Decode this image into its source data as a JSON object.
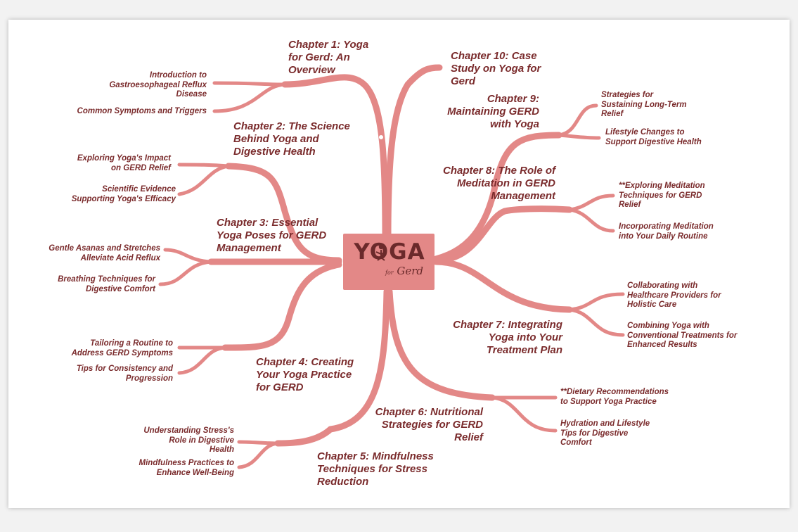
{
  "center": {
    "title": "YOGA",
    "subtitle": "Gerd",
    "subtitle_prefix": "for"
  },
  "colors": {
    "branch": "#e38887",
    "text": "#7a2b2c",
    "center_bg": "#e38887"
  },
  "chapters": {
    "c1": "Chapter 1: Yoga\nfor Gerd: An\nOverview",
    "c2": "Chapter 2: The Science\nBehind Yoga and\nDigestive Health",
    "c3": "Chapter 3: Essential\nYoga Poses for GERD\nManagement",
    "c4": "Chapter 4: Creating\nYour Yoga Practice\nfor GERD",
    "c5": "Chapter 5: Mindfulness\nTechniques for Stress\nReduction",
    "c6": "Chapter 6: Nutritional\nStrategies for GERD\nRelief",
    "c7": "Chapter 7: Integrating\nYoga into Your\nTreatment Plan",
    "c8": "Chapter 8: The Role of\nMeditation in GERD\nManagement",
    "c9": "Chapter 9:\nMaintaining GERD\nwith Yoga",
    "c10": "Chapter 10: Case\nStudy on Yoga for\nGerd"
  },
  "topics": {
    "c1a": "Introduction to\nGastroesophageal Reflux\nDisease",
    "c1b": "Common Symptoms and Triggers",
    "c2a": "Exploring Yoga's Impact\non GERD Relief",
    "c2b": "Scientific Evidence\nSupporting Yoga's Efficacy",
    "c3a": "Gentle Asanas and Stretches\nAlleviate Acid Reflux",
    "c3b": "Breathing Techniques for\nDigestive Comfort",
    "c4a": "Tailoring a Routine to\nAddress GERD Symptoms",
    "c4b": "Tips for Consistency and\nProgression",
    "c5a": "Understanding Stress's\nRole in Digestive\nHealth",
    "c5b": "Mindfulness Practices to\nEnhance Well-Being",
    "c6a": "**Dietary Recommendations\nto Support Yoga Practice",
    "c6b": "Hydration and Lifestyle\nTips for Digestive\nComfort",
    "c7a": "Collaborating with\nHealthcare Providers for\nHolistic Care",
    "c7b": "Combining Yoga with\nConventional Treatments for\nEnhanced Results",
    "c8a": "**Exploring Meditation\nTechniques for GERD\nRelief",
    "c8b": "Incorporating Meditation\ninto Your Daily Routine",
    "c9a": "Strategies for\nSustaining Long-Term\nRelief",
    "c9b": "Lifestyle Changes to\nSupport Digestive Health"
  }
}
